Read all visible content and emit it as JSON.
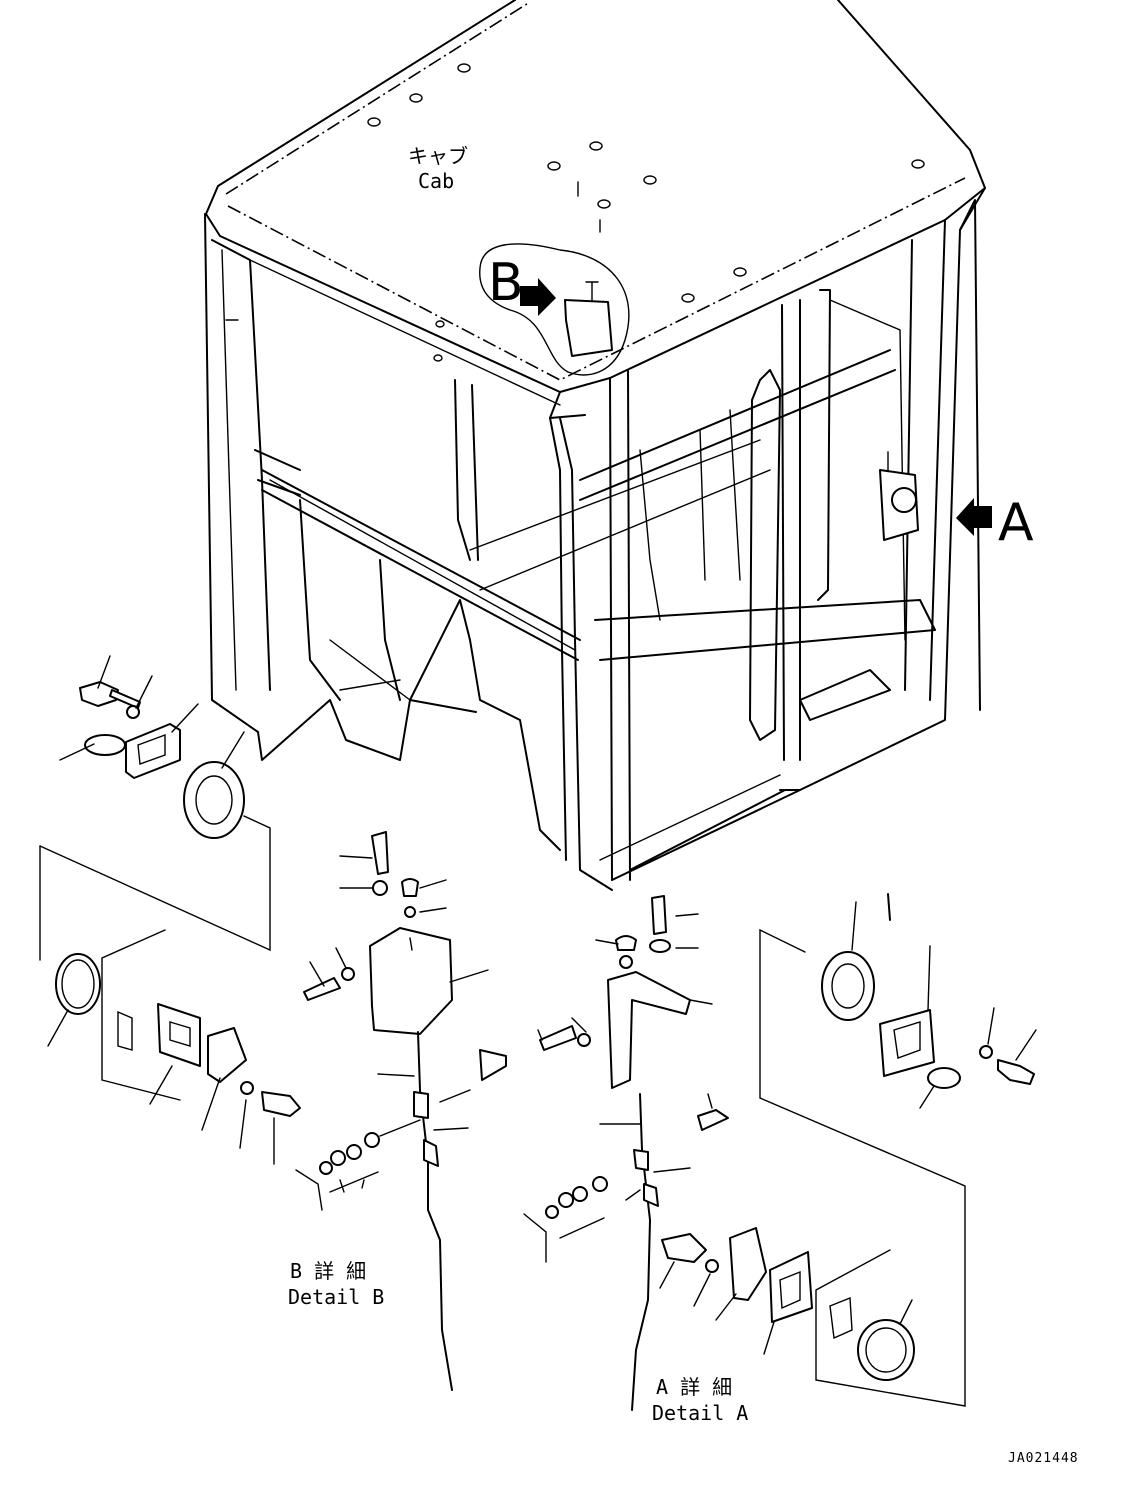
{
  "labels": {
    "cab_jp": "キャブ",
    "cab_en": "Cab",
    "arrow_b": "B",
    "arrow_a": "A",
    "detail_b_jp": "B 詳 細",
    "detail_b_en": "Detail B",
    "detail_a_jp": "A 詳 細",
    "detail_a_en": "Detail A",
    "drawing_code": "JA021448"
  }
}
